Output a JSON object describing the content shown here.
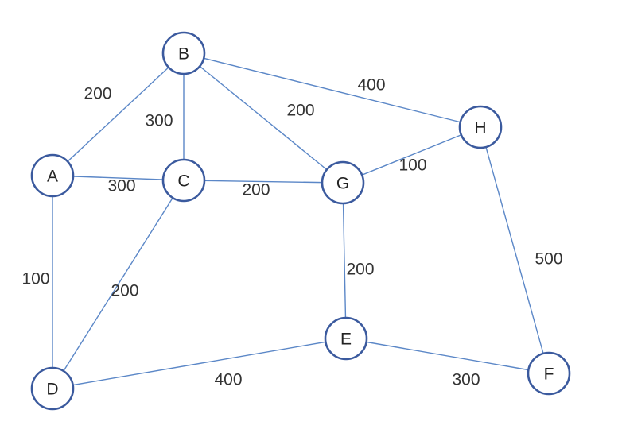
{
  "colors": {
    "edge": "#5b87c7",
    "node_stroke": "#3b5a9e"
  },
  "nodes": [
    {
      "id": "A",
      "label": "A"
    },
    {
      "id": "B",
      "label": "B"
    },
    {
      "id": "C",
      "label": "C"
    },
    {
      "id": "D",
      "label": "D"
    },
    {
      "id": "E",
      "label": "E"
    },
    {
      "id": "F",
      "label": "F"
    },
    {
      "id": "G",
      "label": "G"
    },
    {
      "id": "H",
      "label": "H"
    }
  ],
  "edges": [
    {
      "from": "A",
      "to": "B",
      "weight": "200"
    },
    {
      "from": "B",
      "to": "C",
      "weight": "300"
    },
    {
      "from": "B",
      "to": "G",
      "weight": "200"
    },
    {
      "from": "B",
      "to": "H",
      "weight": "400"
    },
    {
      "from": "G",
      "to": "H",
      "weight": "100"
    },
    {
      "from": "A",
      "to": "C",
      "weight": "300"
    },
    {
      "from": "C",
      "to": "G",
      "weight": "200"
    },
    {
      "from": "A",
      "to": "D",
      "weight": "100"
    },
    {
      "from": "C",
      "to": "D",
      "weight": "200"
    },
    {
      "from": "G",
      "to": "E",
      "weight": "200"
    },
    {
      "from": "H",
      "to": "F",
      "weight": "500"
    },
    {
      "from": "D",
      "to": "E",
      "weight": "400"
    },
    {
      "from": "E",
      "to": "F",
      "weight": "300"
    }
  ]
}
